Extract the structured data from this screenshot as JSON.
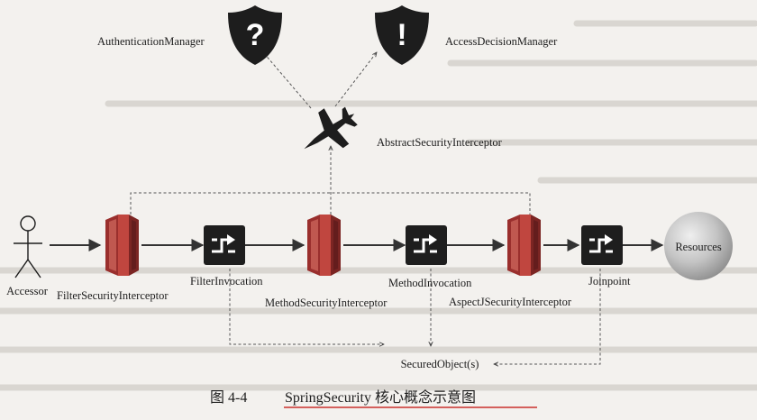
{
  "diagram": {
    "managers": {
      "authentication": "AuthenticationManager",
      "access_decision": "AccessDecisionManager"
    },
    "interceptor_core": "AbstractSecurityInterceptor",
    "actor": "Accessor",
    "interceptors": {
      "filter": "FilterSecurityInterceptor",
      "method": "MethodSecurityInterceptor",
      "aspectj": "AspectJSecurityInterceptor"
    },
    "invocations": {
      "filter": "FilterInvocation",
      "method": "MethodInvocation",
      "joinpoint": "Joinpoint"
    },
    "resources": "Resources",
    "secured_objects": "SecuredObject(s)",
    "icons": {
      "authentication": "question-shield-icon",
      "access_decision": "exclamation-shield-icon",
      "interceptor_core": "jet-icon",
      "interceptor": "server-stack-icon",
      "invocation": "flow-arrow-icon",
      "actor": "stick-figure-icon"
    }
  },
  "caption": {
    "number": "图 4-4",
    "title": "SpringSecurity 核心概念示意图"
  }
}
